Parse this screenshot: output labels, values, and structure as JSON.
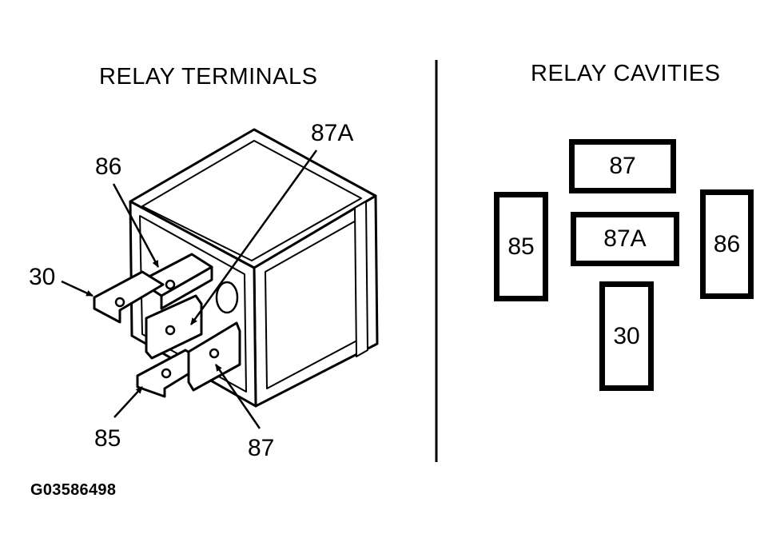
{
  "left_panel": {
    "heading": "RELAY TERMINALS",
    "callouts": {
      "t86": "86",
      "t87a": "87A",
      "t30": "30",
      "t85": "85",
      "t87": "87"
    }
  },
  "right_panel": {
    "heading": "RELAY CAVITIES",
    "cavities": {
      "c87": "87",
      "c87a": "87A",
      "c85": "85",
      "c86": "86",
      "c30": "30"
    }
  },
  "figure_id": "G03586498"
}
